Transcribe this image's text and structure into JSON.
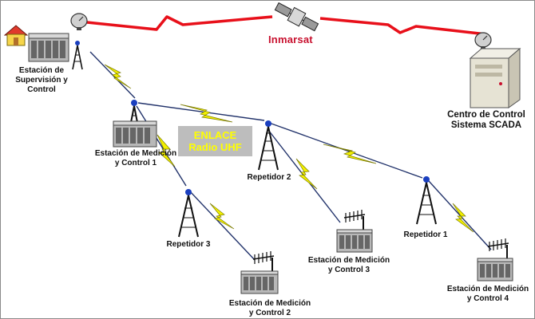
{
  "title": "",
  "satellite_label": "Inmarsat",
  "uhf_link": {
    "line1": "ENLACE",
    "line2": "Radio UHF"
  },
  "nodes": {
    "supervision": "Estación de\nSupervisión y\nControl",
    "control_center": "Centro de Control\nSistema SCADA",
    "emc1": "Estación de Medición\ny Control 1",
    "emc2": "Estación de Medición\ny Control 2",
    "emc3": "Estación de Medición\ny Control 3",
    "emc4": "Estación de Medición\ny Control 4",
    "rep1": "Repetidor 1",
    "rep2": "Repetidor 2",
    "rep3": "Repetidor 3"
  },
  "colors": {
    "sat_link": "#e8101a",
    "uhf_bolt": "#f2f000",
    "uhf_line": "#22336b",
    "uhf_text": "#ffff00",
    "label_box": "#bdbdbd"
  },
  "icons": [
    "house-icon",
    "satellite-dish-icon",
    "satellite-icon",
    "server-icon",
    "radio-tower-icon",
    "yagi-antenna-icon",
    "control-cabinet-icon"
  ]
}
